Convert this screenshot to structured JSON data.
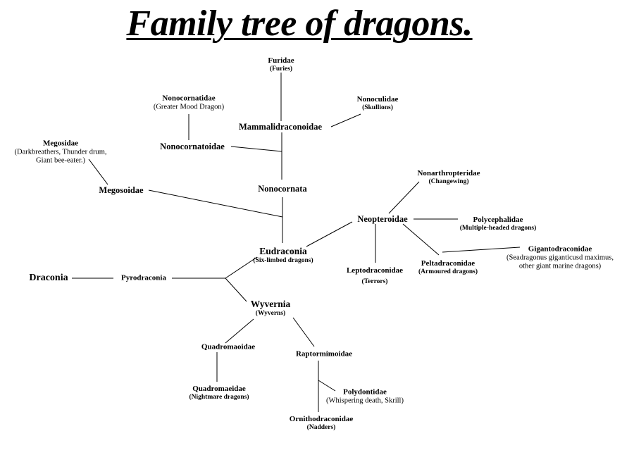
{
  "title": "Family tree of dragons.",
  "nodes": {
    "furidae": {
      "name": "Furidae",
      "sub": "(Furies)"
    },
    "nonocornatidae": {
      "name": "Nonocornatidae",
      "sub": "(Greater Mood Dragon)"
    },
    "nonoculidae": {
      "name": "Nonoculidae",
      "sub": "(Skullions)"
    },
    "mammalidraconoidae": {
      "name": "Mammalidraconoidae"
    },
    "nonocornatoidae": {
      "name": "Nonocornatoidae"
    },
    "megosidae": {
      "name": "Megosidae",
      "sub1": "(Darkbreathers, Thunder drum,",
      "sub2": "Giant bee-eater.)"
    },
    "megosoidae": {
      "name": "Megosoidae"
    },
    "nonocornata": {
      "name": "Nonocornata"
    },
    "nonarthropteridae": {
      "name": "Nonarthropteridae",
      "sub": "(Changewing)"
    },
    "neopteroidae": {
      "name": "Neopteroidae"
    },
    "polycephalidae": {
      "name": "Polycephalidae",
      "sub": "(Multiple-headed dragons)"
    },
    "gigantodraconidae": {
      "name": "Gigantodraconidae",
      "sub1": "(Seadragonus giganticusd maximus,",
      "sub2": "other giant marine dragons)"
    },
    "eudraconia": {
      "name": "Eudraconia",
      "sub": "(Six-limbed dragons)"
    },
    "leptodraconidae": {
      "name": "Leptodraconidae",
      "sub": "(Terrors)"
    },
    "peltadraconidae": {
      "name": "Peltadraconidae",
      "sub": "(Armoured dragons)"
    },
    "draconia": {
      "name": "Draconia"
    },
    "pyrodraconia": {
      "name": "Pyrodraconia"
    },
    "wyvernia": {
      "name": "Wyvernia",
      "sub": "(Wyverns)"
    },
    "quadromaoidae": {
      "name": "Quadromaoidae"
    },
    "raptormimoidae": {
      "name": "Raptormimoidae"
    },
    "quadromaeidae": {
      "name": "Quadromaeidae",
      "sub": "(Nightmare dragons)"
    },
    "polydontidae": {
      "name": "Polydontidae",
      "sub": "(Whispering death, Skrill)"
    },
    "ornithodraconidae": {
      "name": "Ornithodraconidae",
      "sub": "(Nadders)"
    }
  }
}
